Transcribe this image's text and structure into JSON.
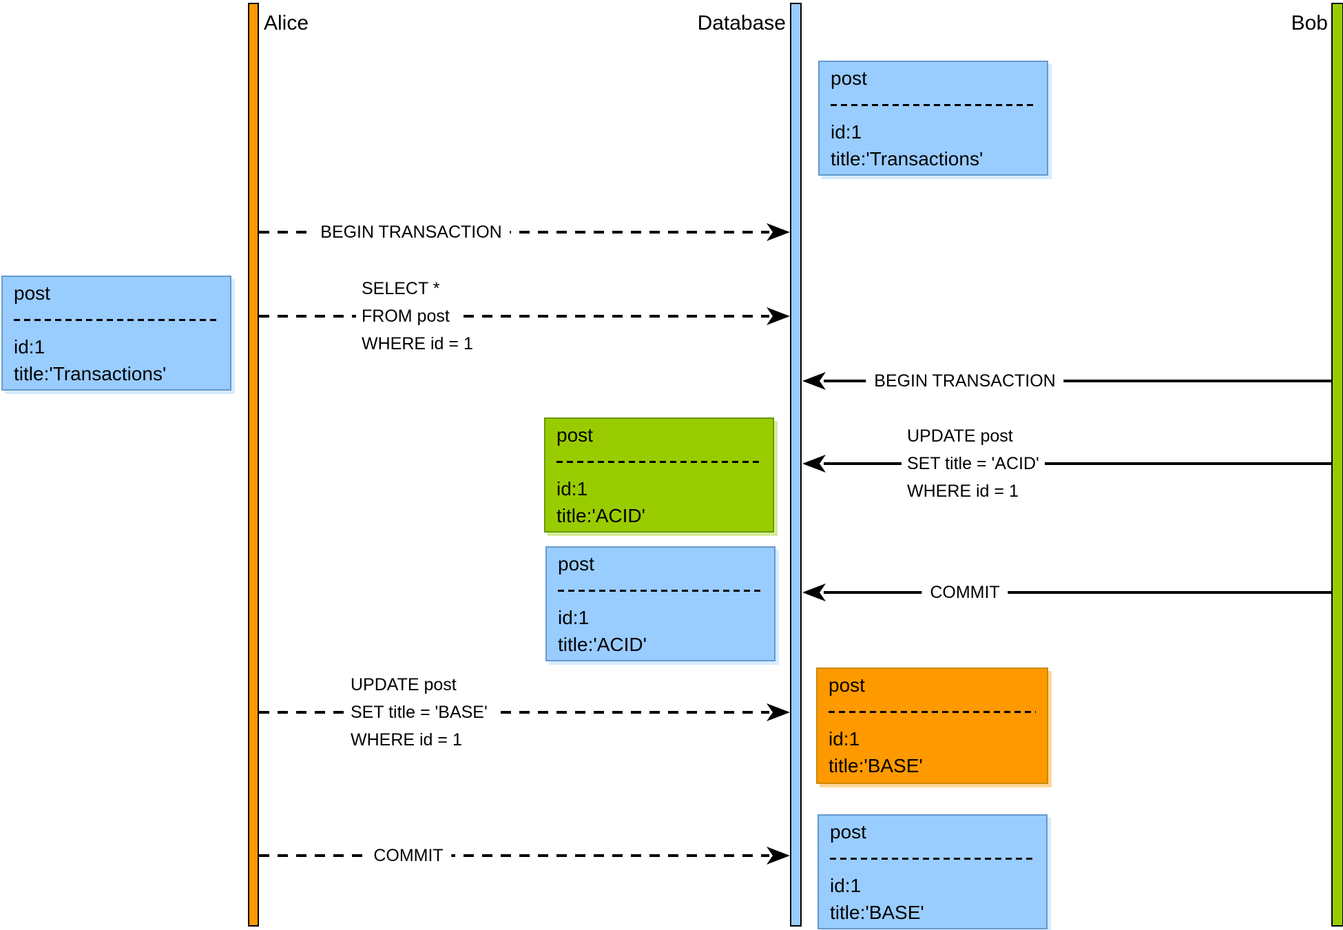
{
  "diagram": {
    "background": "#FFFFFF",
    "lifelines": [
      {
        "name": "Alice",
        "color": "#FF9900"
      },
      {
        "name": "Database",
        "color": "#99CCFF"
      },
      {
        "name": "Bob",
        "color": "#99CC00"
      }
    ],
    "messages": [
      {
        "from": "Alice",
        "to": "Database",
        "line": "dashed",
        "label": "BEGIN TRANSACTION"
      },
      {
        "from": "Alice",
        "to": "Database",
        "line": "dashed",
        "lines": [
          "SELECT *",
          "FROM post",
          "WHERE id = 1"
        ]
      },
      {
        "from": "Bob",
        "to": "Database",
        "line": "solid",
        "label": "BEGIN TRANSACTION"
      },
      {
        "from": "Bob",
        "to": "Database",
        "line": "solid",
        "lines": [
          "UPDATE post",
          "SET title = 'ACID'",
          "WHERE id = 1"
        ]
      },
      {
        "from": "Bob",
        "to": "Database",
        "line": "solid",
        "label": "COMMIT"
      },
      {
        "from": "Alice",
        "to": "Database",
        "line": "dashed",
        "lines": [
          "UPDATE post",
          "SET title = 'BASE'",
          "WHERE id = 1"
        ]
      },
      {
        "from": "Alice",
        "to": "Database",
        "line": "dashed",
        "label": "COMMIT"
      }
    ],
    "records": [
      {
        "name": "post",
        "fields": [
          "id:1",
          "title:'Transactions'"
        ],
        "fill": "#99CCFF",
        "border": "#6699CC"
      },
      {
        "name": "post",
        "fields": [
          "id:1",
          "title:'Transactions'"
        ],
        "fill": "#99CCFF",
        "border": "#6699CC"
      },
      {
        "name": "post",
        "fields": [
          "id:1",
          "title:'ACID'"
        ],
        "fill": "#99CC00",
        "border": "#669900"
      },
      {
        "name": "post",
        "fields": [
          "id:1",
          "title:'ACID'"
        ],
        "fill": "#99CCFF",
        "border": "#6699CC"
      },
      {
        "name": "post",
        "fields": [
          "id:1",
          "title:'BASE'"
        ],
        "fill": "#FF9900",
        "border": "#CC8800"
      },
      {
        "name": "post",
        "fields": [
          "id:1",
          "title:'BASE'"
        ],
        "fill": "#99CCFF",
        "border": "#6699CC"
      }
    ]
  }
}
